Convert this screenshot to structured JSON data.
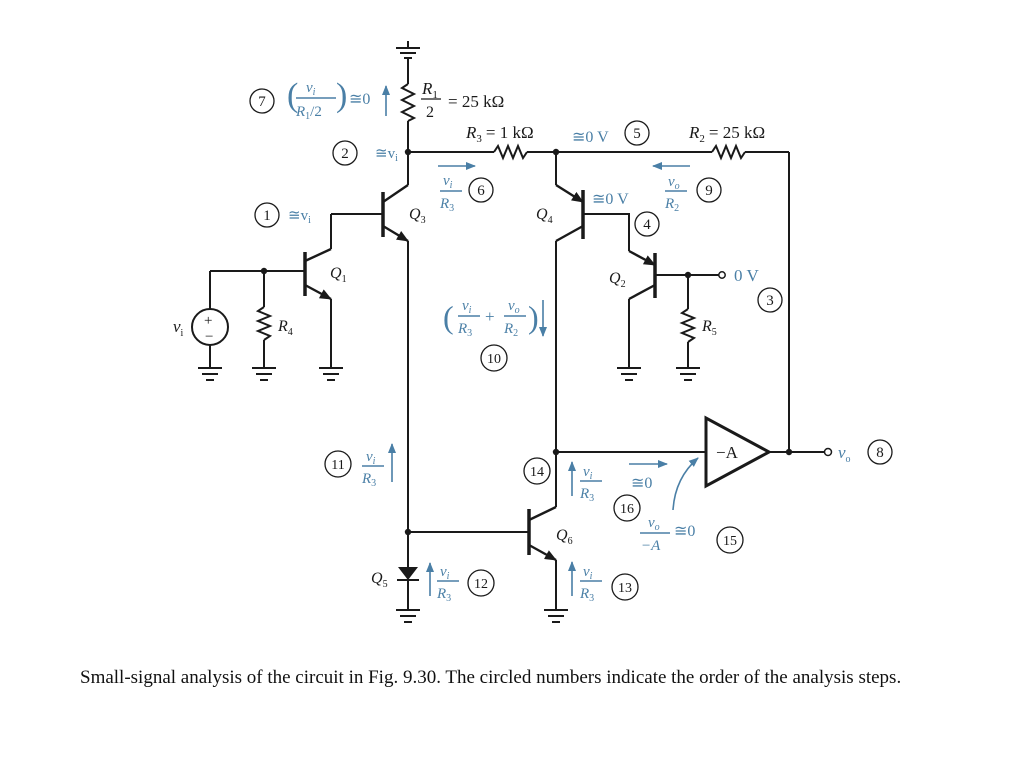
{
  "labels": {
    "r1_num": "R",
    "r1_sub": "1",
    "r1_den": "2",
    "r1_val": "= 25 kΩ",
    "r3": "R",
    "r3_sub": "3",
    "r3_val": "= 1 kΩ",
    "r2": "R",
    "r2_sub": "2",
    "r2_val": "= 25 kΩ",
    "q1": "Q",
    "q1_sub": "1",
    "q2": "Q",
    "q2_sub": "2",
    "q3": "Q",
    "q3_sub": "3",
    "q4": "Q",
    "q4_sub": "4",
    "q5": "Q",
    "q5_sub": "5",
    "q6": "Q",
    "q6_sub": "6",
    "r4": "R",
    "r4_sub": "4",
    "r5": "R",
    "r5_sub": "5",
    "vi_src": "v",
    "vi_src_sub": "i",
    "plus": "+",
    "minus": "−",
    "amp": "−A",
    "out_vo": "v",
    "out_vo_sub": "o",
    "zero_v_q2": "0 V"
  },
  "annotations": {
    "s1": "≅v",
    "s1_sub": "i",
    "s2": "≅v",
    "s2_sub": "i",
    "s4": "≅0 V",
    "s5": "≅0 V",
    "s7_num": "v",
    "s7_num_sub": "i",
    "s7_den": "R",
    "s7_den_sub": "1",
    "s7_den_tail": "/2",
    "s7_tail": "≅0",
    "s6_num": "v",
    "s6_num_sub": "i",
    "s6_den": "R",
    "s6_den_sub": "3",
    "s9_num": "v",
    "s9_num_sub": "o",
    "s9_den": "R",
    "s9_den_sub": "2",
    "s10_a_num": "v",
    "s10_a_num_sub": "i",
    "s10_a_den": "R",
    "s10_a_den_sub": "3",
    "s10_plus": "+",
    "s10_b_num": "v",
    "s10_b_num_sub": "o",
    "s10_b_den": "R",
    "s10_b_den_sub": "2",
    "s11_num": "v",
    "s11_num_sub": "i",
    "s11_den": "R",
    "s11_den_sub": "3",
    "s12_num": "v",
    "s12_num_sub": "i",
    "s12_den": "R",
    "s12_den_sub": "3",
    "s13_num": "v",
    "s13_num_sub": "i",
    "s13_den": "R",
    "s13_den_sub": "3",
    "s14_num": "v",
    "s14_num_sub": "i",
    "s14_den": "R",
    "s14_den_sub": "3",
    "s16": "≅0",
    "s15_num": "v",
    "s15_num_sub": "o",
    "s15_den": "−A",
    "s15_tail": "≅0"
  },
  "steps": [
    "1",
    "2",
    "3",
    "4",
    "5",
    "6",
    "7",
    "8",
    "9",
    "10",
    "11",
    "12",
    "13",
    "14",
    "15",
    "16"
  ],
  "colors": {
    "ink": "#1a1a1a",
    "annotation": "#4a7fa6"
  },
  "caption": "Small-signal analysis of the circuit in Fig. 9.30.  The circled numbers indicate the order of the analysis steps."
}
